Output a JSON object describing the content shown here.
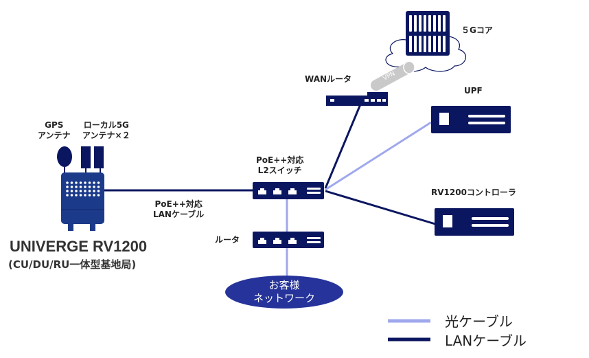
{
  "colors": {
    "navy": "#0b1660",
    "optical": "#9fa8ec",
    "lan": "#0b1660",
    "customer_network": "#25339a",
    "vpn": "#c9c9c9"
  },
  "nodes": {
    "core": {
      "label": "５Gコア",
      "icon": "server-rack-icon"
    },
    "vpn": {
      "label": "VPN"
    },
    "wan_router": {
      "label": "WANルータ"
    },
    "upf": {
      "label": "UPF"
    },
    "controller": {
      "label": "RV1200コントローラ"
    },
    "l2switch": {
      "label_line1": "PoE++対応",
      "label_line2": "L2スイッチ"
    },
    "router": {
      "label": "ルータ"
    },
    "customer_network": {
      "label_line1": "お客様",
      "label_line2": "ネットワーク"
    },
    "gps_antenna": {
      "label_line1": "GPS",
      "label_line2": "アンテナ"
    },
    "local5g_antenna": {
      "label_line1": "ローカル5G",
      "label_line2": "アンテナ×２"
    },
    "base_station": {
      "name": "UNIVERGE RV1200",
      "subtitle": "(CU/DU/RU一体型基地局)"
    }
  },
  "links": {
    "lan_cable_label_line1": "PoE++対応",
    "lan_cable_label_line2": "LANケーブル"
  },
  "legend": [
    {
      "label": "光ケーブル",
      "type": "optical"
    },
    {
      "label": "LANケーブル",
      "type": "lan"
    }
  ]
}
